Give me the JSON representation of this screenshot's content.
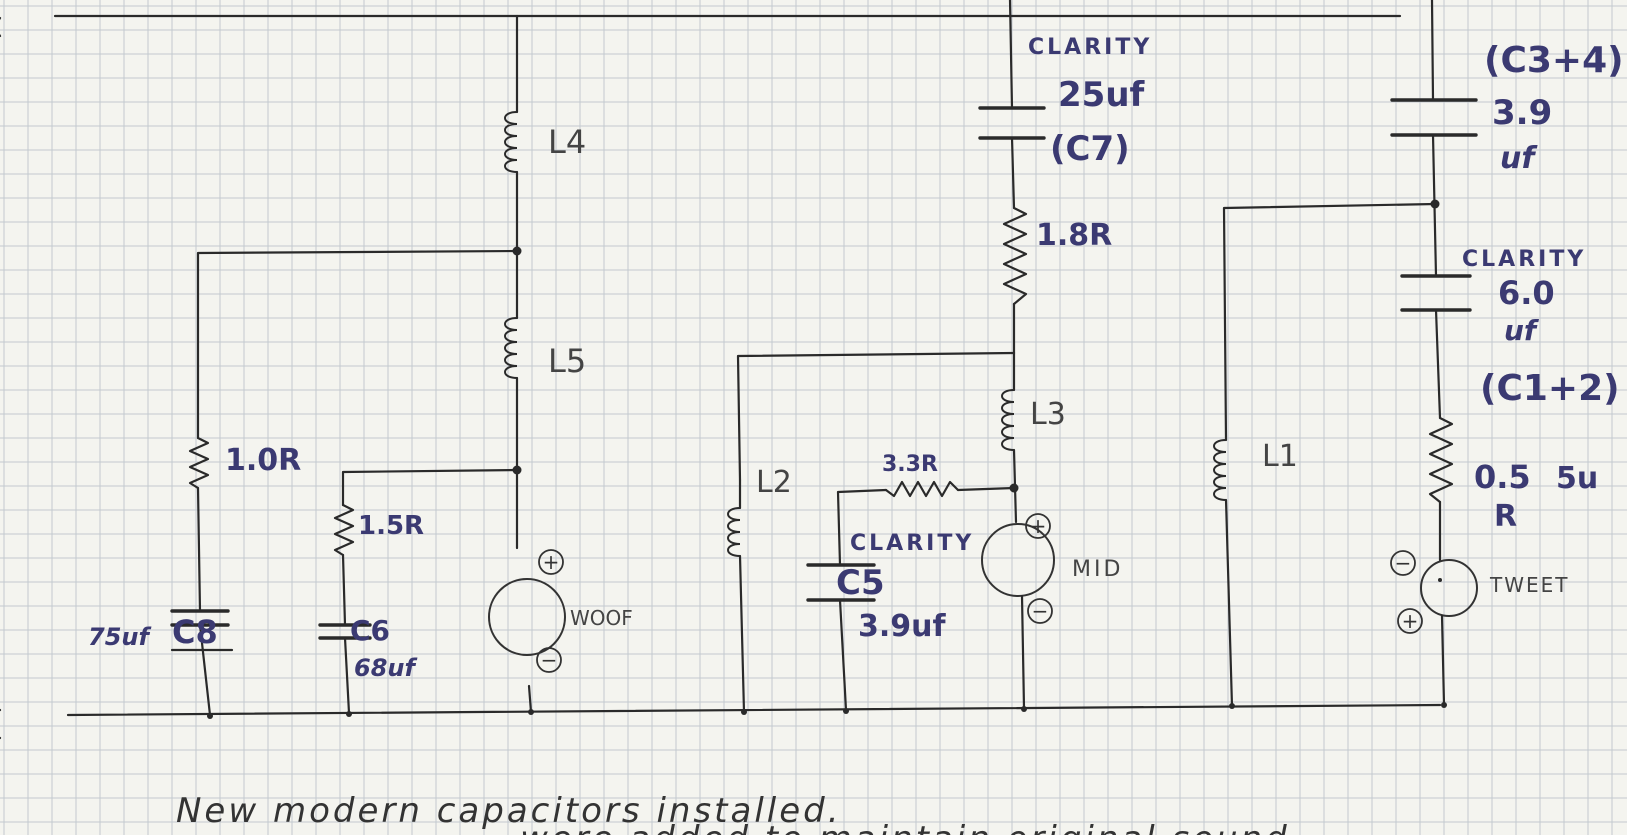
{
  "labels": {
    "l4": "L4",
    "l5": "L5",
    "l3": "L3",
    "l2": "L2",
    "l1": "L1",
    "r_woof_shunt": "1.0R",
    "r_c6": "1.5R",
    "r_mid_series": "1.8R",
    "r_mid_shunt": "3.3R",
    "r_tweet_a": "0.5",
    "r_tweet_b": "R",
    "tweet_extra": "5u",
    "c8_value": "75uf",
    "c8_name": "C8",
    "c6_name": "C6",
    "c6_value": "68uf",
    "c7_brand": "CLARITY",
    "c7_value": "25uf",
    "c7_name": "(C7)",
    "c5_brand": "CLARITY",
    "c5_name": "C5",
    "c5_value": "3.9uf",
    "c34_name": "(C3+4)",
    "c34_value": "3.9",
    "c34_unit": "uf",
    "c12_brand": "CLARITY",
    "c12_value": "6.0",
    "c12_unit": "uf",
    "c12_name": "(C1+2)",
    "woof": "WOOF",
    "mid": "MID",
    "tweet": "TWEET",
    "plus": "+",
    "minus": "−"
  },
  "notes": {
    "line1": "New modern capacitors installed.",
    "line2": "were added to maintain original sound"
  },
  "colors": {
    "paper": "#f4f4ef",
    "grid": "#c3c9cf",
    "pencil": "#3b3a72",
    "ink": "#2a2a2a"
  }
}
